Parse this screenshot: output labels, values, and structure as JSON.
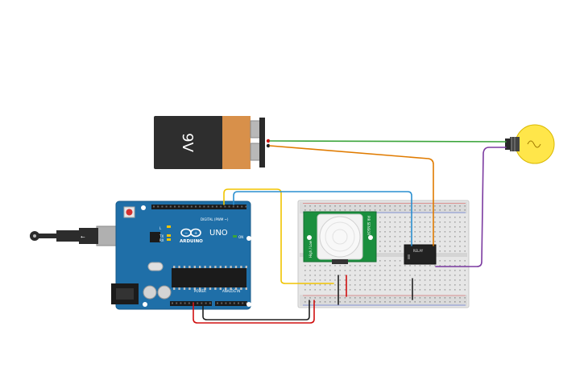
{
  "battery": {
    "label": "9V"
  },
  "arduino": {
    "brand": "ARDUINO",
    "model": "UNO",
    "digital_label": "DIGITAL (PWM ~)",
    "power_label": "POWER",
    "analog_label": "ANALOG IN",
    "on_label": "ON",
    "tx_label": "TX",
    "rx_label": "RX",
    "l_label": "L"
  },
  "pir": {
    "left_label": "High / Low",
    "right_label": "PIR SENSOR"
  },
  "relay": {
    "label": "RELAY"
  },
  "colors": {
    "wire_green": "#3aa43a",
    "wire_orange": "#e07b00",
    "wire_yellow": "#f0c400",
    "wire_blue": "#2a8fd0",
    "wire_purple": "#7b3aa0",
    "wire_red": "#d01010",
    "wire_black": "#202020",
    "arduino_blue": "#1f6fa8",
    "battery_body": "#2e2e2e",
    "battery_label": "#d8904a",
    "bulb": "#ffe64a"
  }
}
